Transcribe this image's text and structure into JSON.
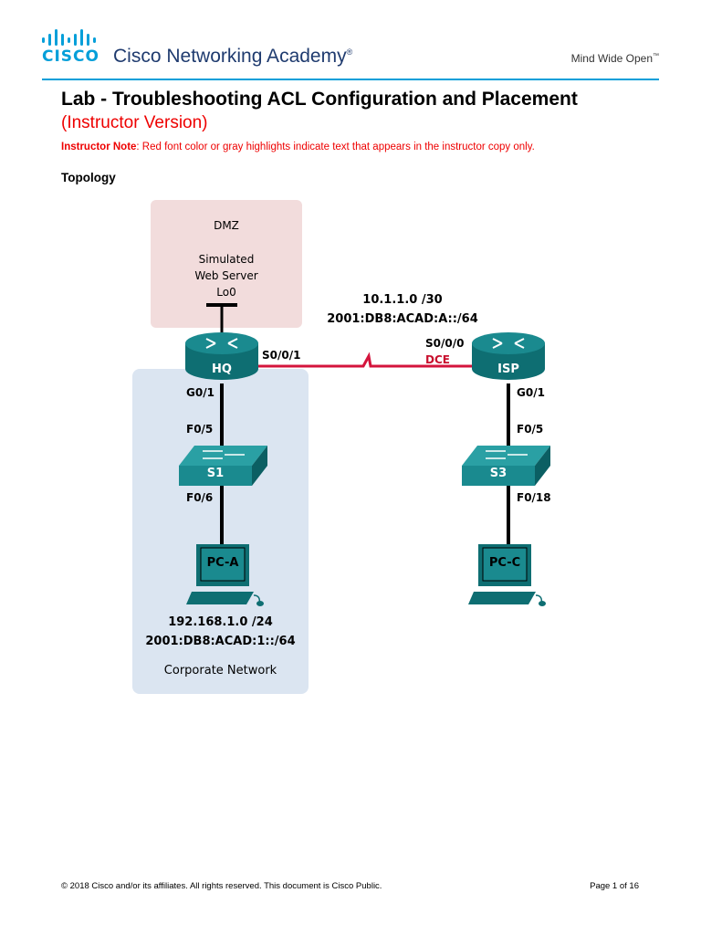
{
  "header": {
    "logo_word": "CISCO",
    "academy_name": "Cisco Networking Academy",
    "academy_mark": "®",
    "tagline": "Mind Wide Open",
    "tagline_mark": "™"
  },
  "document": {
    "title": "Lab - Troubleshooting ACL Configuration and Placement",
    "version": "(Instructor Version)",
    "note_label": "Instructor Note",
    "note_text": ": Red font color or gray highlights indicate text that appears in the instructor copy only.",
    "section_heading": "Topology"
  },
  "topology": {
    "dmz_label": "DMZ",
    "web_server_line1": "Simulated",
    "web_server_line2": "Web Server",
    "loopback": "Lo0",
    "wan_network": "10.1.1.0 /30",
    "wan_ipv6": "2001:DB8:ACAD:A::/64",
    "hq_name": "HQ",
    "isp_name": "ISP",
    "hq_serial": "S0/0/1",
    "isp_serial": "S0/0/0",
    "dce_label": "DCE",
    "hq_g01": "G0/1",
    "isp_g01": "G0/1",
    "s1_f05": "F0/5",
    "s3_f05": "F0/5",
    "s1_name": "S1",
    "s3_name": "S3",
    "s1_f06": "F0/6",
    "s3_f018": "F0/18",
    "pca_name": "PC-A",
    "pcc_name": "PC-C",
    "corp_network": "192.168.1.0 /24",
    "corp_ipv6": "2001:DB8:ACAD:1::/64",
    "corp_label": "Corporate Network",
    "colors": {
      "device_teal": "#1a8a8f",
      "serial_link": "#d4143c",
      "dmz_zone": "#f2dcdc",
      "corp_zone": "#dbe5f1"
    }
  },
  "footer": {
    "copyright": "© 2018 Cisco and/or its affiliates. All rights reserved. This document is Cisco Public.",
    "page": "Page 1 of 16"
  }
}
